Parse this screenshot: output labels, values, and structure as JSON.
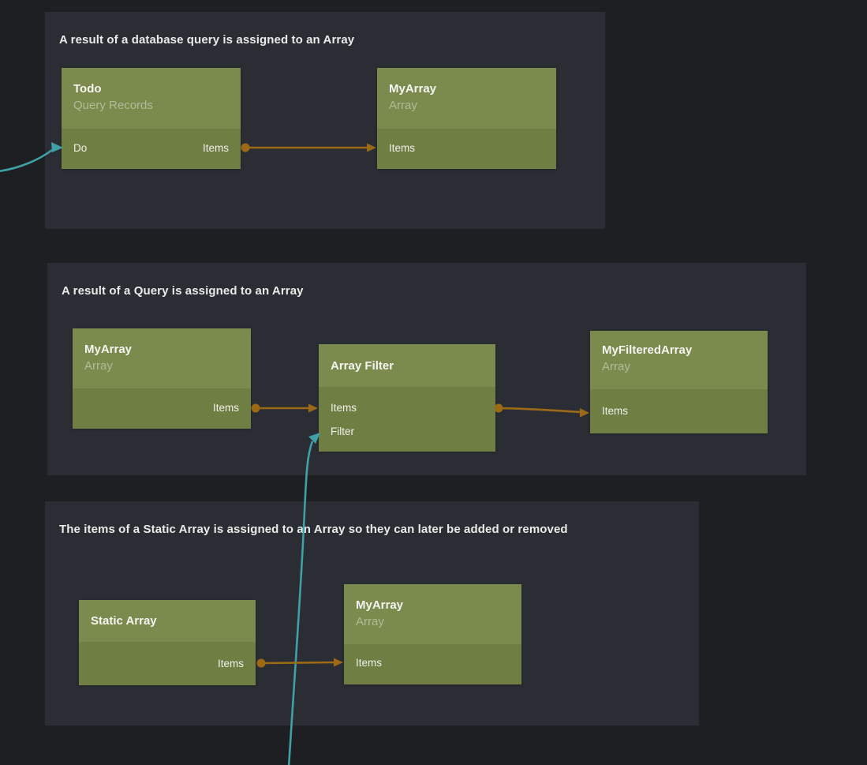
{
  "colors": {
    "canvas_bg": "#1e1f22",
    "panel_bg": "#2b2d34",
    "node_header_bg": "#7b8a4d",
    "node_body_bg": "#6f7e43",
    "wire_signal_teal": "#3fa0a6",
    "wire_data_orange": "#9c6a16"
  },
  "panels": [
    {
      "title": "A result of a database query is assigned to an Array",
      "nodes": [
        {
          "title": "Todo",
          "subtitle": "Query Records",
          "ports": [
            {
              "label": "Do",
              "direction": "input"
            },
            {
              "label": "Items",
              "direction": "output"
            }
          ]
        },
        {
          "title": "MyArray",
          "subtitle": "Array",
          "ports": [
            {
              "label": "Items",
              "direction": "input"
            }
          ]
        }
      ]
    },
    {
      "title": "A result of a Query is assigned to an Array",
      "nodes": [
        {
          "title": "MyArray",
          "subtitle": "Array",
          "ports": [
            {
              "label": "Items",
              "direction": "output"
            }
          ]
        },
        {
          "title": "Array Filter",
          "subtitle": "",
          "ports": [
            {
              "label": "Items",
              "direction": "input"
            },
            {
              "label": "Filter",
              "direction": "input"
            }
          ]
        },
        {
          "title": "MyFilteredArray",
          "subtitle": "Array",
          "ports": [
            {
              "label": "Items",
              "direction": "input"
            }
          ]
        }
      ]
    },
    {
      "title": "The items of a Static Array is assigned to an Array so they can later be added or removed",
      "nodes": [
        {
          "title": "Static Array",
          "subtitle": "",
          "ports": [
            {
              "label": "Items",
              "direction": "output"
            }
          ]
        },
        {
          "title": "MyArray",
          "subtitle": "Array",
          "ports": [
            {
              "label": "Items",
              "direction": "input"
            }
          ]
        }
      ]
    }
  ],
  "connections": [
    {
      "from": "Todo.Items",
      "to": "MyArray.Items",
      "type": "data"
    },
    {
      "from": "offscreen-left",
      "to": "Todo.Do",
      "type": "signal"
    },
    {
      "from": "MyArray.Items",
      "to": "Array Filter.Items",
      "type": "data"
    },
    {
      "from": "Array Filter",
      "to": "MyFilteredArray.Items",
      "type": "data"
    },
    {
      "from": "offscreen-bottom",
      "to": "Array Filter.Filter",
      "type": "signal"
    },
    {
      "from": "Static Array.Items",
      "to": "MyArray.Items",
      "type": "data"
    }
  ]
}
